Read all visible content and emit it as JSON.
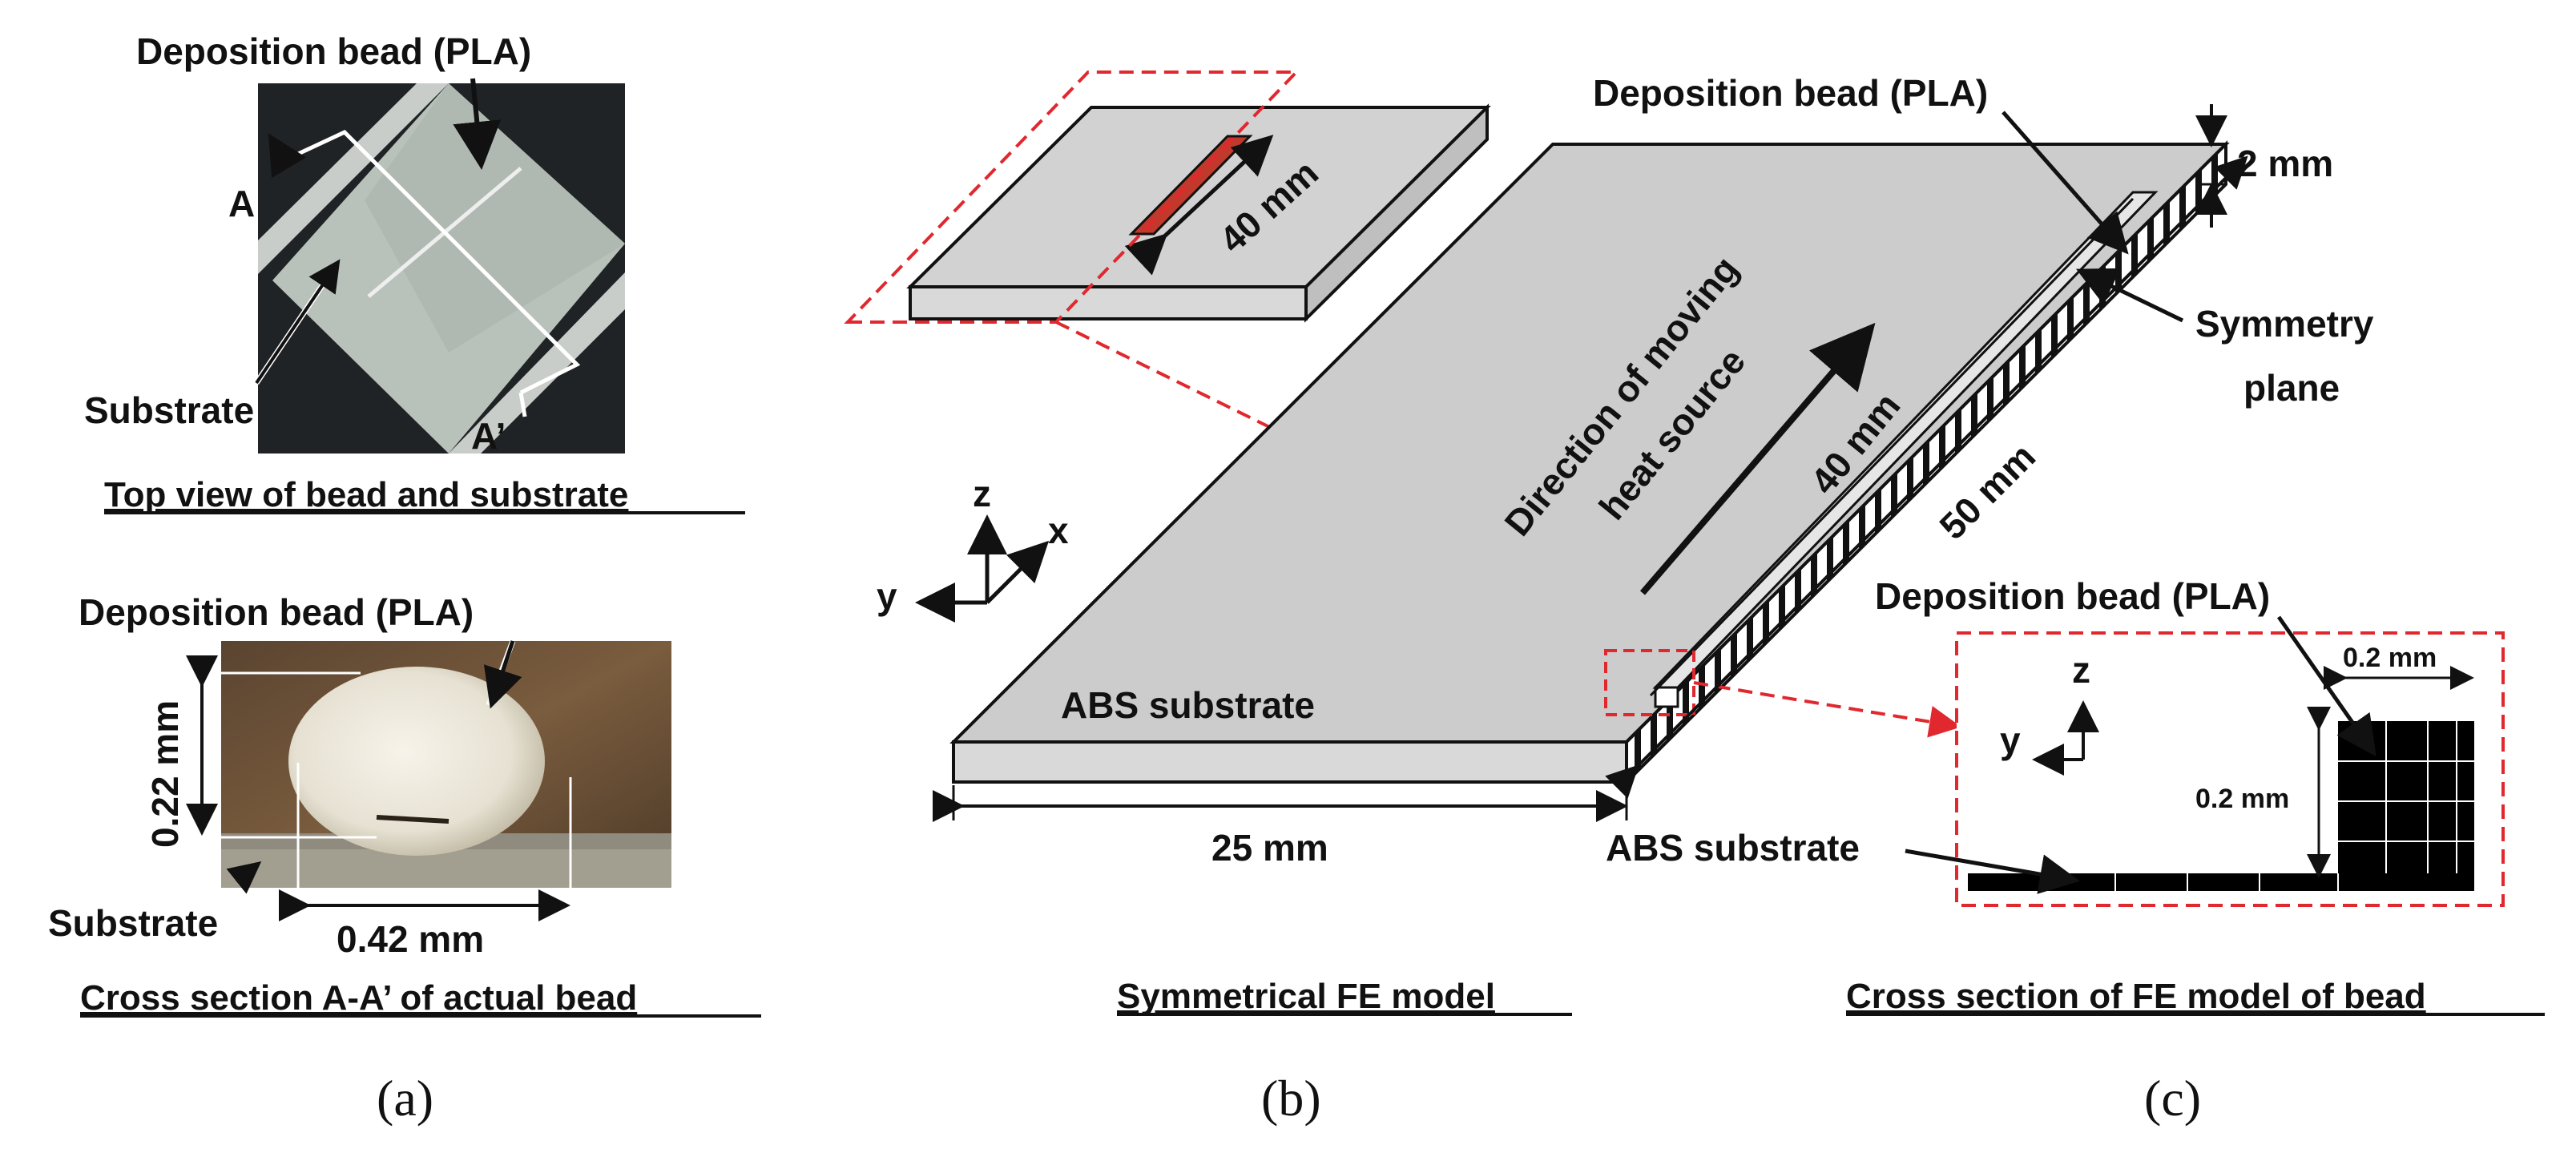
{
  "panel_a": {
    "top_view": {
      "bead_label": "Deposition bead (PLA)",
      "section_start": "A",
      "section_end": "A’",
      "substrate_label": "Substrate",
      "caption": "Top view of bead and substrate"
    },
    "cross_section": {
      "bead_label": "Deposition bead (PLA)",
      "height": "0.22 mm",
      "width": "0.42 mm",
      "substrate_label": "Substrate",
      "caption": "Cross section A-A’ of actual bead"
    },
    "panel_letter": "(a)"
  },
  "panel_b": {
    "inset_length": "40 mm",
    "axes": {
      "z": "z",
      "x": "x",
      "y": "y"
    },
    "bead_label": "Deposition bead (PLA)",
    "thickness": "2 mm",
    "symmetry_label_1": "Symmetry",
    "symmetry_label_2": "plane",
    "direction_line_1": "Direction of moving",
    "direction_line_2": "heat source",
    "travel_length": "40 mm",
    "depth_length": "50 mm",
    "substrate_label": "ABS substrate",
    "width_length": "25 mm",
    "caption": "Symmetrical FE model",
    "panel_letter": "(b)"
  },
  "panel_c": {
    "bead_label": "Deposition bead (PLA)",
    "axes": {
      "z": "z",
      "y": "y"
    },
    "bead_width": "0.2 mm",
    "bead_height": "0.2 mm",
    "substrate_label": "ABS substrate",
    "caption": "Cross section of FE model of bead",
    "panel_letter": "(c)"
  },
  "colors": {
    "plate_fill": "#cccccc",
    "plate_side": "#d9d9d9",
    "red_dash": "#e0282e",
    "photo_dark": "#1f2326",
    "photo_sample": "#b9c2ba",
    "photo_bead_bg": "#6b4e34",
    "bead_white": "#f1ede2",
    "mesh_black": "#000000"
  }
}
